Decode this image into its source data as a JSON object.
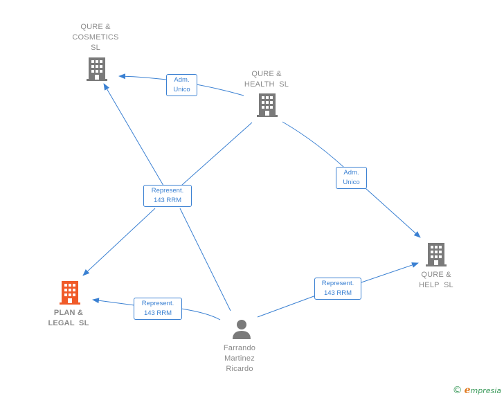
{
  "colors": {
    "edge": "#3a80d2",
    "company_icon": "#7a7a7a",
    "highlight_icon": "#f05a28",
    "person_icon": "#7a7a7a",
    "label_text": "#8a8a8a"
  },
  "nodes": {
    "qure_cosmetics": {
      "lines": [
        "QURE &",
        "COSMETICS",
        "SL"
      ],
      "icon": "building-icon"
    },
    "qure_health": {
      "lines": [
        "QURE &",
        "HEALTH  SL"
      ],
      "icon": "building-icon"
    },
    "qure_help": {
      "lines": [
        "QURE &",
        "HELP  SL"
      ],
      "icon": "building-icon"
    },
    "plan_legal": {
      "lines": [
        "PLAN &",
        "LEGAL  SL"
      ],
      "icon": "building-icon"
    },
    "person": {
      "lines": [
        "Farrando",
        "Martinez",
        "Ricardo"
      ],
      "icon": "person-icon"
    }
  },
  "edge_labels": {
    "health_to_cosmetics": [
      "Adm.",
      "Unico"
    ],
    "health_to_help": [
      "Adm.",
      "Unico"
    ],
    "person_represent_center": [
      "Represent.",
      "143 RRM"
    ],
    "person_represent_plan": [
      "Represent.",
      "143 RRM"
    ],
    "person_represent_help": [
      "Represent.",
      "143 RRM"
    ]
  },
  "footer": {
    "copyright_symbol": "©",
    "brand_initial": "e",
    "brand_rest": "mpresia"
  }
}
